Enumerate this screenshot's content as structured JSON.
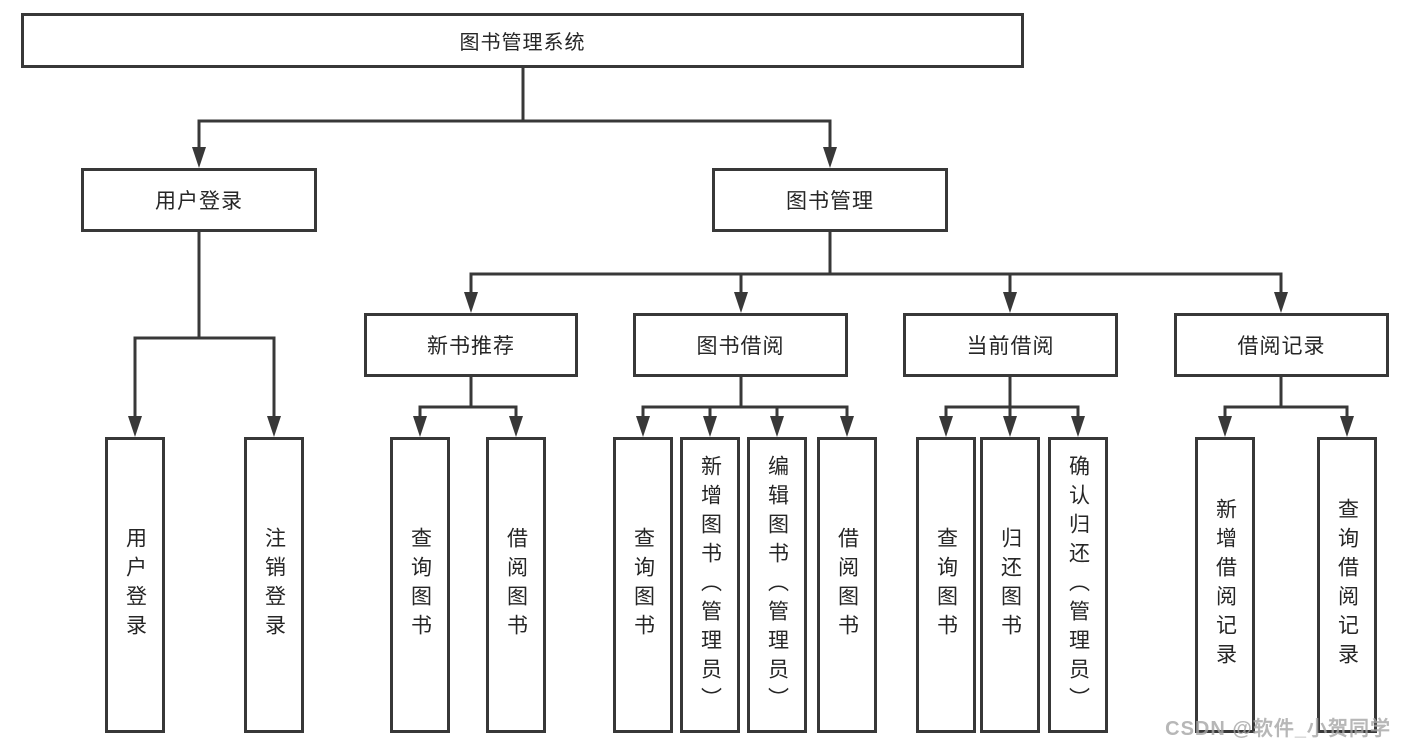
{
  "diagram": {
    "root": {
      "label": "图书管理系统"
    },
    "level2": [
      {
        "label": "用户登录"
      },
      {
        "label": "图书管理"
      }
    ],
    "level3": [
      {
        "label": "新书推荐"
      },
      {
        "label": "图书借阅"
      },
      {
        "label": "当前借阅"
      },
      {
        "label": "借阅记录"
      }
    ],
    "leaves": [
      {
        "label": "用户登录"
      },
      {
        "label": "注销登录"
      },
      {
        "label": "查询图书"
      },
      {
        "label": "借阅图书"
      },
      {
        "label": "查询图书"
      },
      {
        "label": "新增图书（管理员）"
      },
      {
        "label": "编辑图书（管理员）"
      },
      {
        "label": "借阅图书"
      },
      {
        "label": "查询图书"
      },
      {
        "label": "归还图书"
      },
      {
        "label": "确认归还（管理员）"
      },
      {
        "label": "新增借阅记录"
      },
      {
        "label": "查询借阅记录"
      }
    ],
    "colors": {
      "line": "#383838",
      "text": "#262626",
      "background": "#ffffff",
      "watermark": "#a6a6a6"
    }
  },
  "watermark": {
    "text": "CSDN @软件_小贺同学"
  }
}
